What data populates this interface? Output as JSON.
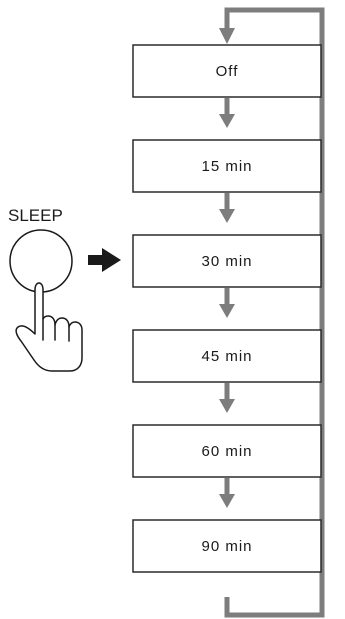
{
  "sleep_button": {
    "label": "SLEEP"
  },
  "options": [
    {
      "label": "Off"
    },
    {
      "label": "15 min"
    },
    {
      "label": "30 min"
    },
    {
      "label": "45 min"
    },
    {
      "label": "60 min"
    },
    {
      "label": "90 min"
    }
  ],
  "colors": {
    "flow_arrow": "#7d7d7d",
    "box_border": "#2b2b2b",
    "pointer_arrow": "#1a1a1a"
  },
  "icons": [
    "hand-pointer-icon",
    "down-arrow-icon",
    "right-arrow-icon",
    "loop-back-arrow-icon"
  ]
}
